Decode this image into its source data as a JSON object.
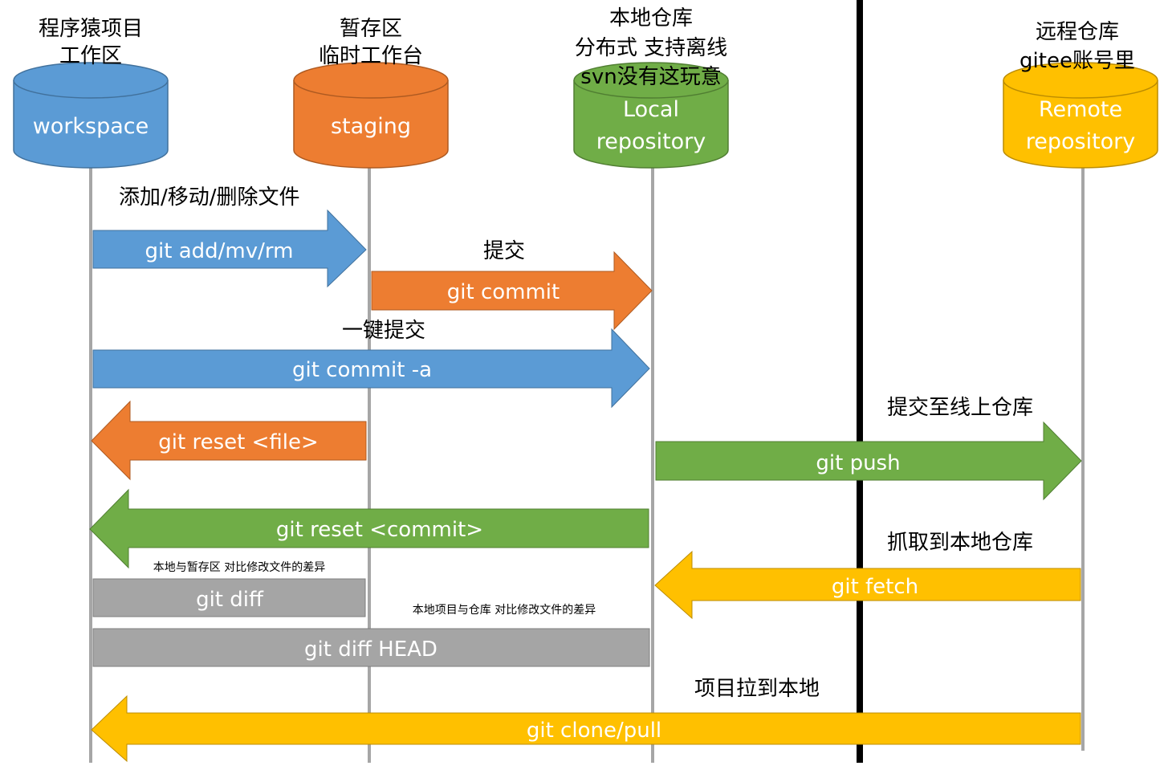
{
  "title": "Git workflow: workspace / staging / local repository / remote repository",
  "colors": {
    "blue": "#5b9bd5",
    "orange": "#ed7d31",
    "green": "#70ad47",
    "yellow": "#ffc000",
    "gray": "#a5a5a5",
    "lifeline": "#a6a6a6",
    "divider": "#000000"
  },
  "stores": [
    {
      "id": "workspace",
      "caption": [
        "程序猿项目",
        "工作区"
      ],
      "label": [
        "workspace"
      ],
      "color": "blue"
    },
    {
      "id": "staging",
      "caption": [
        "暂存区",
        "临时工作台"
      ],
      "label": [
        "staging"
      ],
      "color": "orange"
    },
    {
      "id": "local",
      "caption": [
        "本地仓库",
        "分布式 支持离线",
        "svn没有这玩意"
      ],
      "label": [
        "Local",
        "repository"
      ],
      "color": "green"
    },
    {
      "id": "remote",
      "caption": [
        "远程仓库",
        "gitee账号里"
      ],
      "label": [
        "Remote",
        "repository"
      ],
      "color": "yellow"
    }
  ],
  "arrows": [
    {
      "id": "add",
      "from": "workspace",
      "to": "staging",
      "direction": "right",
      "command": "git add/mv/rm",
      "note": "添加/移动/删除文件",
      "color": "blue"
    },
    {
      "id": "commit",
      "from": "staging",
      "to": "local",
      "direction": "right",
      "command": "git commit",
      "note": "提交",
      "color": "orange"
    },
    {
      "id": "commit-a",
      "from": "workspace",
      "to": "local",
      "direction": "right",
      "command": "git commit -a",
      "note": "一键提交",
      "color": "blue"
    },
    {
      "id": "reset-file",
      "from": "staging",
      "to": "workspace",
      "direction": "left",
      "command": "git reset <file>",
      "note": "",
      "color": "orange"
    },
    {
      "id": "push",
      "from": "local",
      "to": "remote",
      "direction": "right",
      "command": "git push",
      "note": "提交至线上仓库",
      "color": "green"
    },
    {
      "id": "reset-commit",
      "from": "local",
      "to": "workspace",
      "direction": "left",
      "command": "git reset <commit>",
      "note": "",
      "color": "green"
    },
    {
      "id": "fetch",
      "from": "remote",
      "to": "local",
      "direction": "left",
      "command": "git fetch",
      "note": "抓取到本地仓库",
      "color": "yellow"
    },
    {
      "id": "diff",
      "from": "workspace",
      "to": "staging",
      "direction": "none",
      "command": "git diff",
      "note": "本地与暂存区 对比修改文件的差异",
      "color": "gray"
    },
    {
      "id": "diff-head",
      "from": "workspace",
      "to": "local",
      "direction": "none",
      "command": "git diff HEAD",
      "note": "本地项目与仓库 对比修改文件的差异",
      "color": "gray"
    },
    {
      "id": "clone-pull",
      "from": "remote",
      "to": "workspace",
      "direction": "left",
      "command": "git clone/pull",
      "note": "项目拉到本地",
      "color": "yellow"
    }
  ]
}
